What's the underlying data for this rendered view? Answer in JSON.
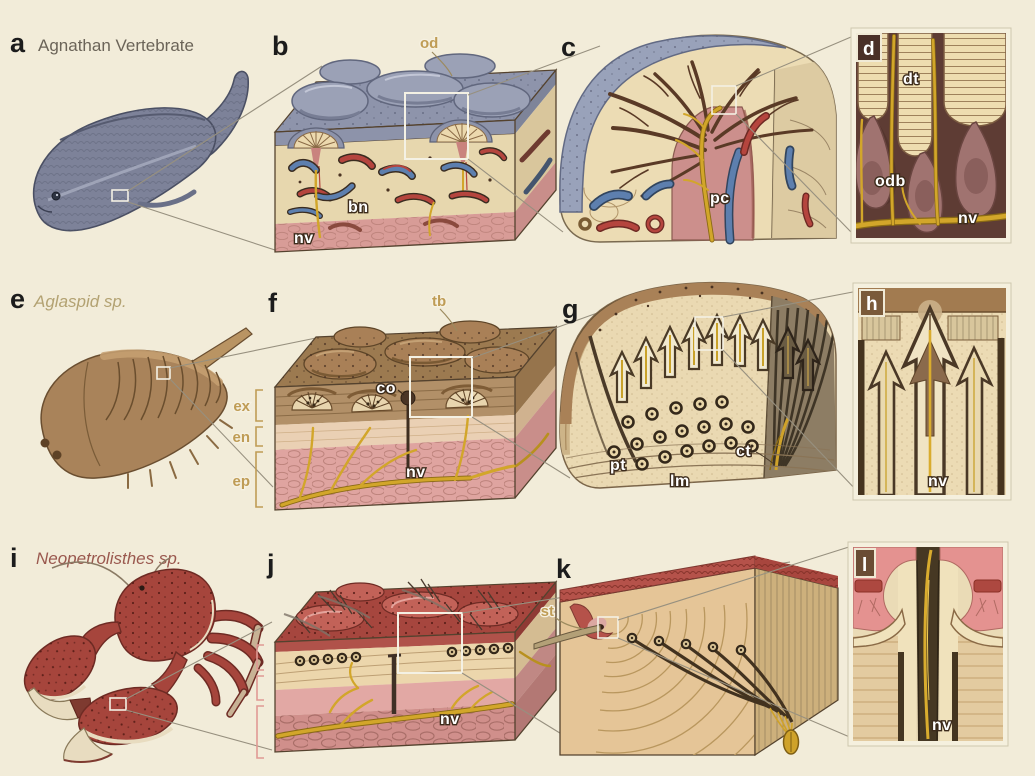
{
  "figure": {
    "rows": [
      {
        "animal_letter": "a",
        "animal_title": "Agnathan Vertebrate",
        "panels": {
          "block": {
            "letter": "b",
            "labels": {
              "od": "od",
              "bn": "bn",
              "nv": "nv"
            }
          },
          "cutaway": {
            "letter": "c",
            "labels": {
              "pc": "pc"
            }
          },
          "inset": {
            "letter": "d",
            "labels": {
              "dt": "dt",
              "odb": "odb",
              "nv": "nv"
            }
          }
        }
      },
      {
        "animal_letter": "e",
        "animal_title": "Aglaspid sp.",
        "panels": {
          "block": {
            "letter": "f",
            "labels": {
              "tb": "tb",
              "co": "co",
              "ex": "ex",
              "en": "en",
              "ep": "ep",
              "nv": "nv"
            }
          },
          "cutaway": {
            "letter": "g",
            "labels": {
              "pt": "pt",
              "lm": "lm",
              "ct": "ct"
            }
          },
          "inset": {
            "letter": "h",
            "labels": {
              "nv": "nv"
            }
          }
        }
      },
      {
        "animal_letter": "i",
        "animal_title": "Neopetrolisthes sp.",
        "panels": {
          "block": {
            "letter": "j",
            "labels": {
              "nv": "nv"
            }
          },
          "cutaway": {
            "letter": "k",
            "labels": {
              "st": "st"
            }
          },
          "inset": {
            "letter": "l",
            "labels": {
              "nv": "nv"
            }
          }
        }
      }
    ],
    "colors": {
      "background": "#f2ecd9",
      "odontode_gray": "#969cb3",
      "bone_tan": "#e7d7ae",
      "pulp_pink": "#d89c97",
      "nerve_yellow": "#d2a62a",
      "vessel_red": "#b5453e",
      "vessel_blue": "#5d7fae",
      "cuticle_brown": "#a07a50",
      "epidermis_pink": "#dfa3a0",
      "crab_red": "#a6453c",
      "cuticle_tan": "#e5c597"
    }
  }
}
